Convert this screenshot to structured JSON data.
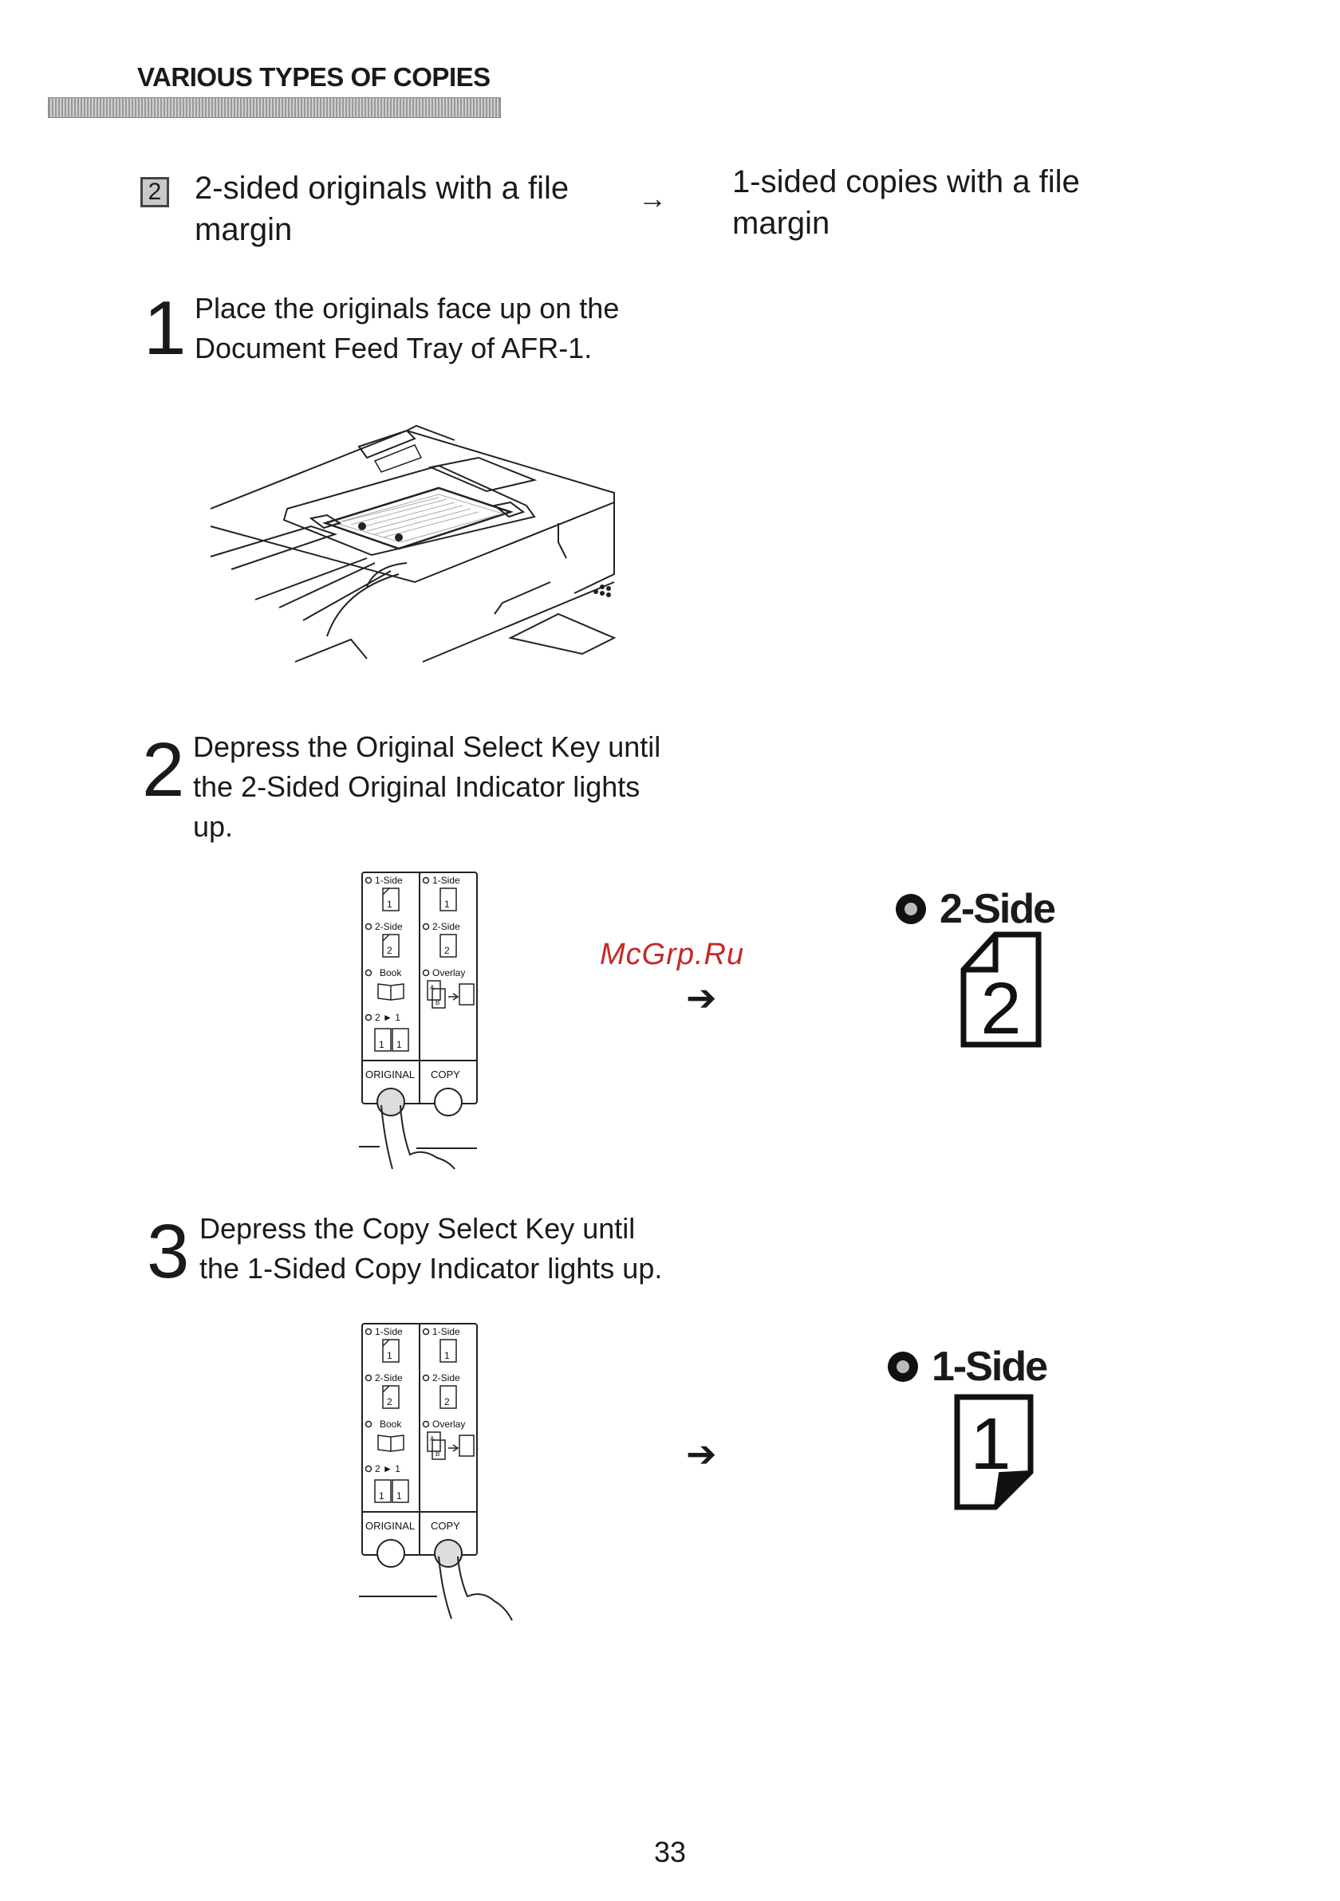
{
  "header": {
    "title": "VARIOUS TYPES OF COPIES"
  },
  "mode": {
    "badge": "2",
    "original_line1": "2-sided originals with a file",
    "original_line2": "margin",
    "arrow": "→",
    "copy_line1": "1-sided copies with a file",
    "copy_line2": "margin"
  },
  "steps": [
    {
      "num": "1",
      "line1": "Place the originals face up on the",
      "line2": "Document Feed Tray of AFR-1."
    },
    {
      "num": "2",
      "line1": "Depress the Original Select Key until",
      "line2": "the 2-Sided Original Indicator lights",
      "line3": "up."
    },
    {
      "num": "3",
      "line1": "Depress the Copy Select Key until",
      "line2": "the 1-Sided Copy Indicator lights up."
    }
  ],
  "panel": {
    "left_items": [
      "1-Side",
      "2-Side",
      "Book",
      "2 ► 1"
    ],
    "right_items": [
      "1-Side",
      "2-Side",
      "Overlay"
    ],
    "original_key": "ORIGINAL",
    "copy_key": "COPY",
    "icon_digits": {
      "one": "1",
      "two": "2",
      "a": "A",
      "b": "B"
    }
  },
  "indicators": {
    "step2": {
      "label": "2-Side",
      "digit": "2"
    },
    "step3": {
      "label": "1-Side",
      "digit": "1"
    },
    "arrow": "➔"
  },
  "watermark": "McGrp.Ru",
  "page_number": "33"
}
